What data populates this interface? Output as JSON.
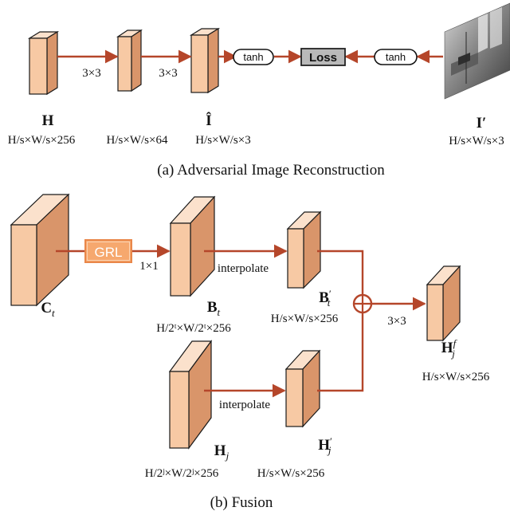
{
  "colors": {
    "block_face": "#f7c9a4",
    "block_side": "#d9956a",
    "block_top": "#fbe1cc",
    "block_edge": "#1a1a1a",
    "arrow": "#b5462a",
    "grl_fill": "#f6a86e",
    "grl_border": "#e9874a",
    "grl_text": "#ffffff",
    "loss_fill": "#b9b9b9",
    "text": "#111111"
  },
  "panel_a": {
    "caption": "(a) Adversarial Image Reconstruction",
    "blocks": [
      {
        "symbol": "H",
        "dims": "H/s×W/s×256"
      },
      {
        "symbol": "",
        "dims": "H/s×W/s×64"
      },
      {
        "symbol": "Î",
        "dims": "H/s×W/s×3"
      }
    ],
    "conv_labels": [
      "3×3",
      "3×3"
    ],
    "tanh_left": "tanh",
    "loss": "Loss",
    "tanh_right": "tanh",
    "input_image": {
      "symbol": "I′",
      "dims": "H/s×W/s×3",
      "icon": "street-photo"
    }
  },
  "panel_b": {
    "caption": "(b) Fusion",
    "grl": "GRL",
    "conv_1x1": "1×1",
    "interp_top": "interpolate",
    "interp_bottom": "interpolate",
    "conv_3x3": "3×3",
    "C": {
      "base": "C",
      "sub": "t"
    },
    "B": {
      "base": "B",
      "sub": "t",
      "dims": "H/2ᵗ×W/2ᵗ×256"
    },
    "B_prime": {
      "base": "B",
      "prime": "′",
      "sub": "t",
      "dims": "H/s×W/s×256"
    },
    "H_j": {
      "base": "H",
      "sub": "j",
      "dims": "H/2ʲ×W/2ʲ×256"
    },
    "H_j_prime": {
      "base": "H",
      "prime": "′",
      "sub": "j",
      "dims": "H/s×W/s×256"
    },
    "H_fused": {
      "base": "H",
      "sub": "j",
      "sup": "f",
      "dims": "H/s×W/s×256"
    },
    "sum_icon": "circle-plus-icon"
  }
}
